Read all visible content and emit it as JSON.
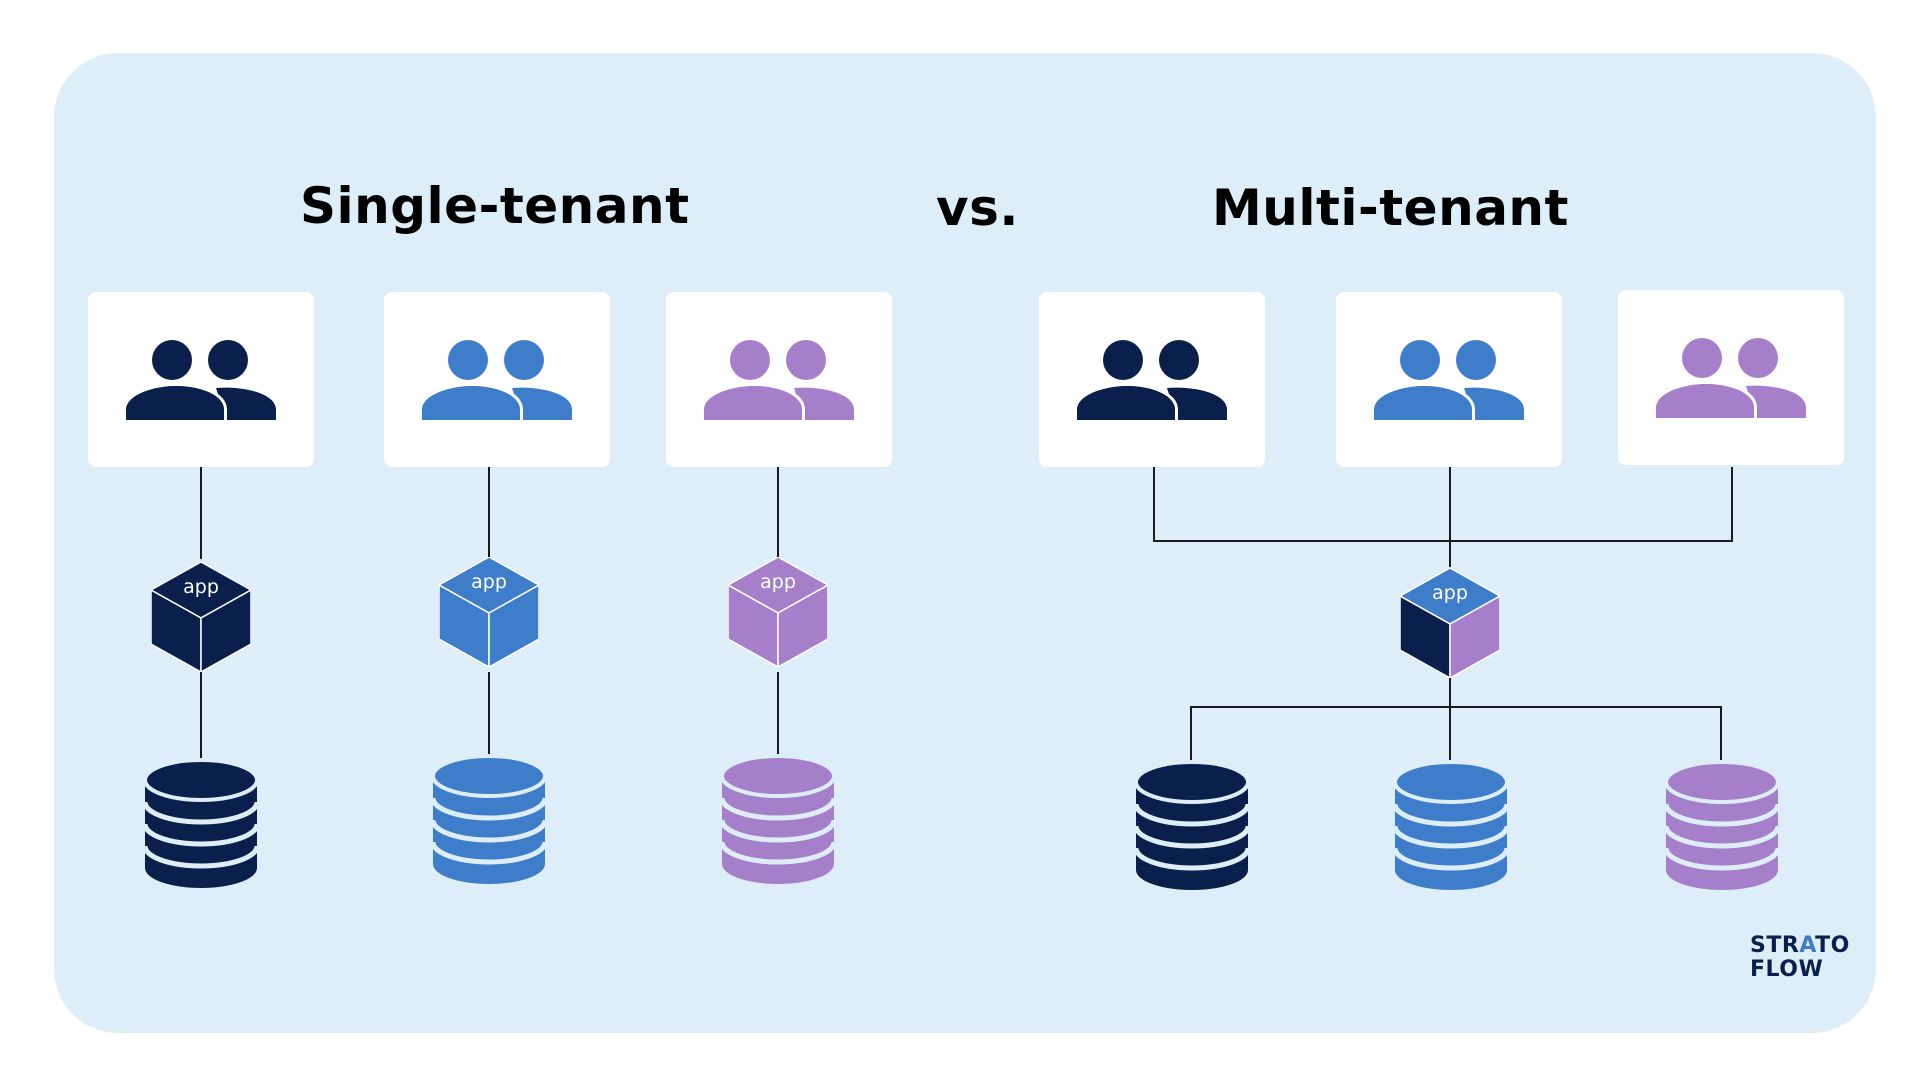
{
  "titles": {
    "single": "Single-tenant",
    "vs": "vs.",
    "multi": "Multi-tenant"
  },
  "app_label": "app",
  "tenant_colors": [
    "#0a1f4b",
    "#3e7dc9",
    "#a67fcb"
  ],
  "logo": {
    "line1": "STRATO",
    "line2": "FLOW",
    "accent_color": "#3e7dc9"
  },
  "single_tenant": [
    {
      "users_icon": "users-icon",
      "app_icon": "app-cube-icon",
      "db_icon": "database-icon",
      "color": "#0a1f4b"
    },
    {
      "users_icon": "users-icon",
      "app_icon": "app-cube-icon",
      "db_icon": "database-icon",
      "color": "#3e7dc9"
    },
    {
      "users_icon": "users-icon",
      "app_icon": "app-cube-icon",
      "db_icon": "database-icon",
      "color": "#a67fcb"
    }
  ],
  "multi_tenant": {
    "users": [
      {
        "users_icon": "users-icon",
        "color": "#0a1f4b"
      },
      {
        "users_icon": "users-icon",
        "color": "#3e7dc9"
      },
      {
        "users_icon": "users-icon",
        "color": "#a67fcb"
      }
    ],
    "shared_app": {
      "icon": "app-cube-icon",
      "top_color": "#3e7dc9",
      "left_color": "#0a1f4b",
      "right_color": "#a67fcb"
    },
    "databases": [
      {
        "db_icon": "database-icon",
        "color": "#0a1f4b"
      },
      {
        "db_icon": "database-icon",
        "color": "#3e7dc9"
      },
      {
        "db_icon": "database-icon",
        "color": "#a67fcb"
      }
    ]
  }
}
